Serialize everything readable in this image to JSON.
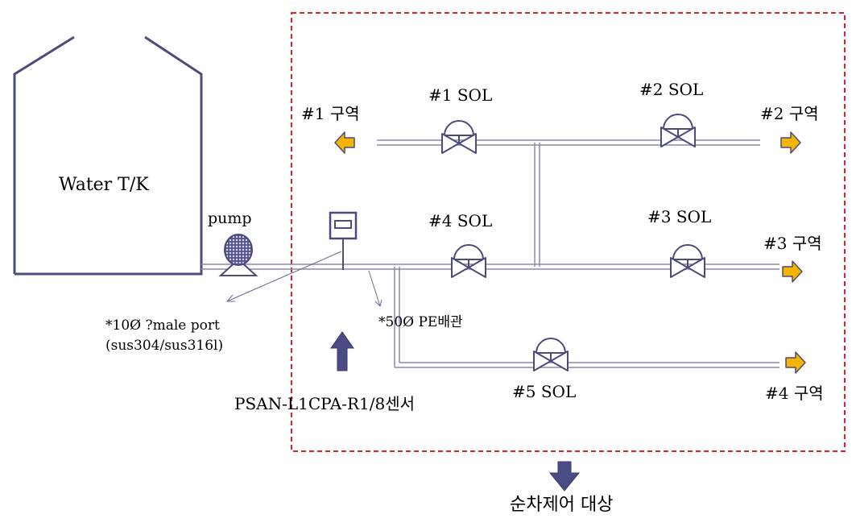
{
  "tank": {
    "label": "Water T/K"
  },
  "pump": {
    "label": "pump"
  },
  "valves": {
    "sol1": "#1 SOL",
    "sol2": "#2 SOL",
    "sol3": "#3 SOL",
    "sol4": "#4 SOL",
    "sol5": "#5 SOL"
  },
  "zones": {
    "zone1": "#1 구역",
    "zone2": "#2 구역",
    "zone3": "#3 구역",
    "zone4": "#4 구역"
  },
  "notes": {
    "port_line1": "*10Ø ?male port",
    "port_line2": "(sus304/sus316l)",
    "pipe": "*50Ø PE배관",
    "sensor": "PSAN-L1CPA-R1/8센서",
    "sequential": "순차제어 대상"
  },
  "colors": {
    "line": "#4b4b7e",
    "pipe": "#8a8ab0",
    "zone_arrow": "#f5b400",
    "zone_arrow_stroke": "#4b4b7e",
    "indicator_arrow": "#4b4b86",
    "boundary": "#e0202a"
  },
  "icons": {
    "pump": "pump-icon",
    "valve": "solenoid-valve-icon",
    "sensor": "pressure-sensor-icon",
    "zone_arrow": "arrow-icon"
  }
}
